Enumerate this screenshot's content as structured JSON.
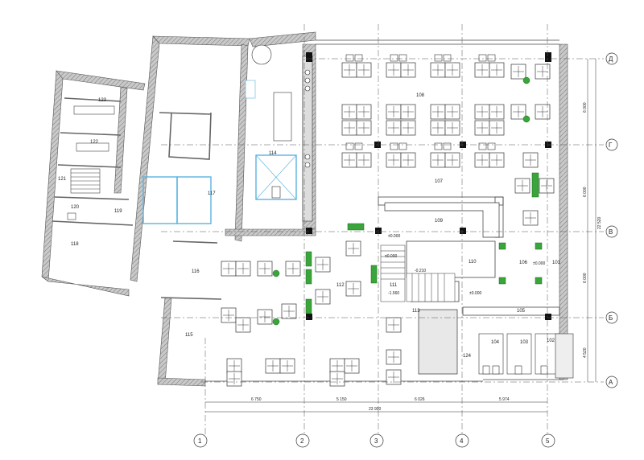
{
  "rooms": [
    {
      "id": "r123",
      "label": "123"
    },
    {
      "id": "r122",
      "label": "122"
    },
    {
      "id": "r121",
      "label": "121"
    },
    {
      "id": "r120",
      "label": "120"
    },
    {
      "id": "r119",
      "label": "119"
    },
    {
      "id": "r118",
      "label": "118"
    },
    {
      "id": "r117",
      "label": "117"
    },
    {
      "id": "r116",
      "label": "116"
    },
    {
      "id": "r115",
      "label": "115"
    },
    {
      "id": "r114",
      "label": "114"
    },
    {
      "id": "r108",
      "label": "108"
    },
    {
      "id": "r107",
      "label": "107"
    },
    {
      "id": "r109",
      "label": "109"
    },
    {
      "id": "r110",
      "label": "110"
    },
    {
      "id": "r106",
      "label": "106"
    },
    {
      "id": "r101",
      "label": "101"
    },
    {
      "id": "r111",
      "label": "111"
    },
    {
      "id": "r112",
      "label": "112"
    },
    {
      "id": "r113",
      "label": "113"
    },
    {
      "id": "r105",
      "label": "105"
    },
    {
      "id": "r124",
      "label": "124"
    },
    {
      "id": "r104",
      "label": "104"
    },
    {
      "id": "r103",
      "label": "103"
    },
    {
      "id": "r102",
      "label": "102"
    }
  ],
  "level_marks": [
    "±0.000",
    "±0.000",
    "-0.210",
    "-1.560",
    "±0.000",
    "±0.000"
  ],
  "axes": {
    "vertical": [
      "1",
      "2",
      "3",
      "4",
      "5"
    ],
    "horizontal": [
      "Д",
      "Г",
      "В",
      "Б",
      "А"
    ]
  },
  "dimensions": {
    "bottom_segments": [
      "6 750",
      "5 150",
      "6 026",
      "5 974"
    ],
    "bottom_total": "23 900",
    "right_segments": [
      "6 000",
      "6 000",
      "6 000",
      "4 520"
    ],
    "right_total": "22 520"
  },
  "colors": {
    "wall": "#8a8a8a",
    "glass": "#5ab4e0",
    "plant": "#3aa53a",
    "column": "#111111"
  }
}
